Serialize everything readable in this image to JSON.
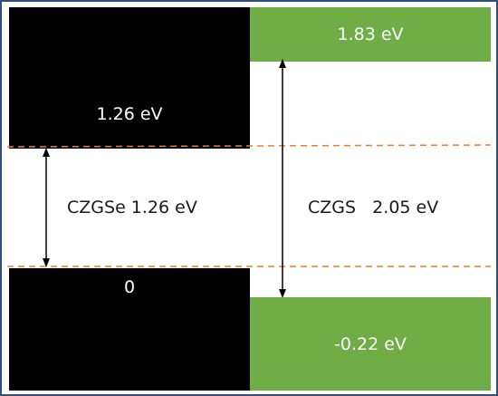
{
  "left": {
    "top_label": "1.26 eV",
    "bottom_label": "0",
    "gap_label": "CZGSe 1.26 eV",
    "color": "#000000"
  },
  "right": {
    "top_label": "1.83 eV",
    "bottom_label": "-0.22 eV",
    "gap_label": "CZGS   2.05 eV",
    "color": "#70ad47"
  },
  "dashed_line_color": "#ed7d31",
  "border_color": "#2f4f7f"
}
